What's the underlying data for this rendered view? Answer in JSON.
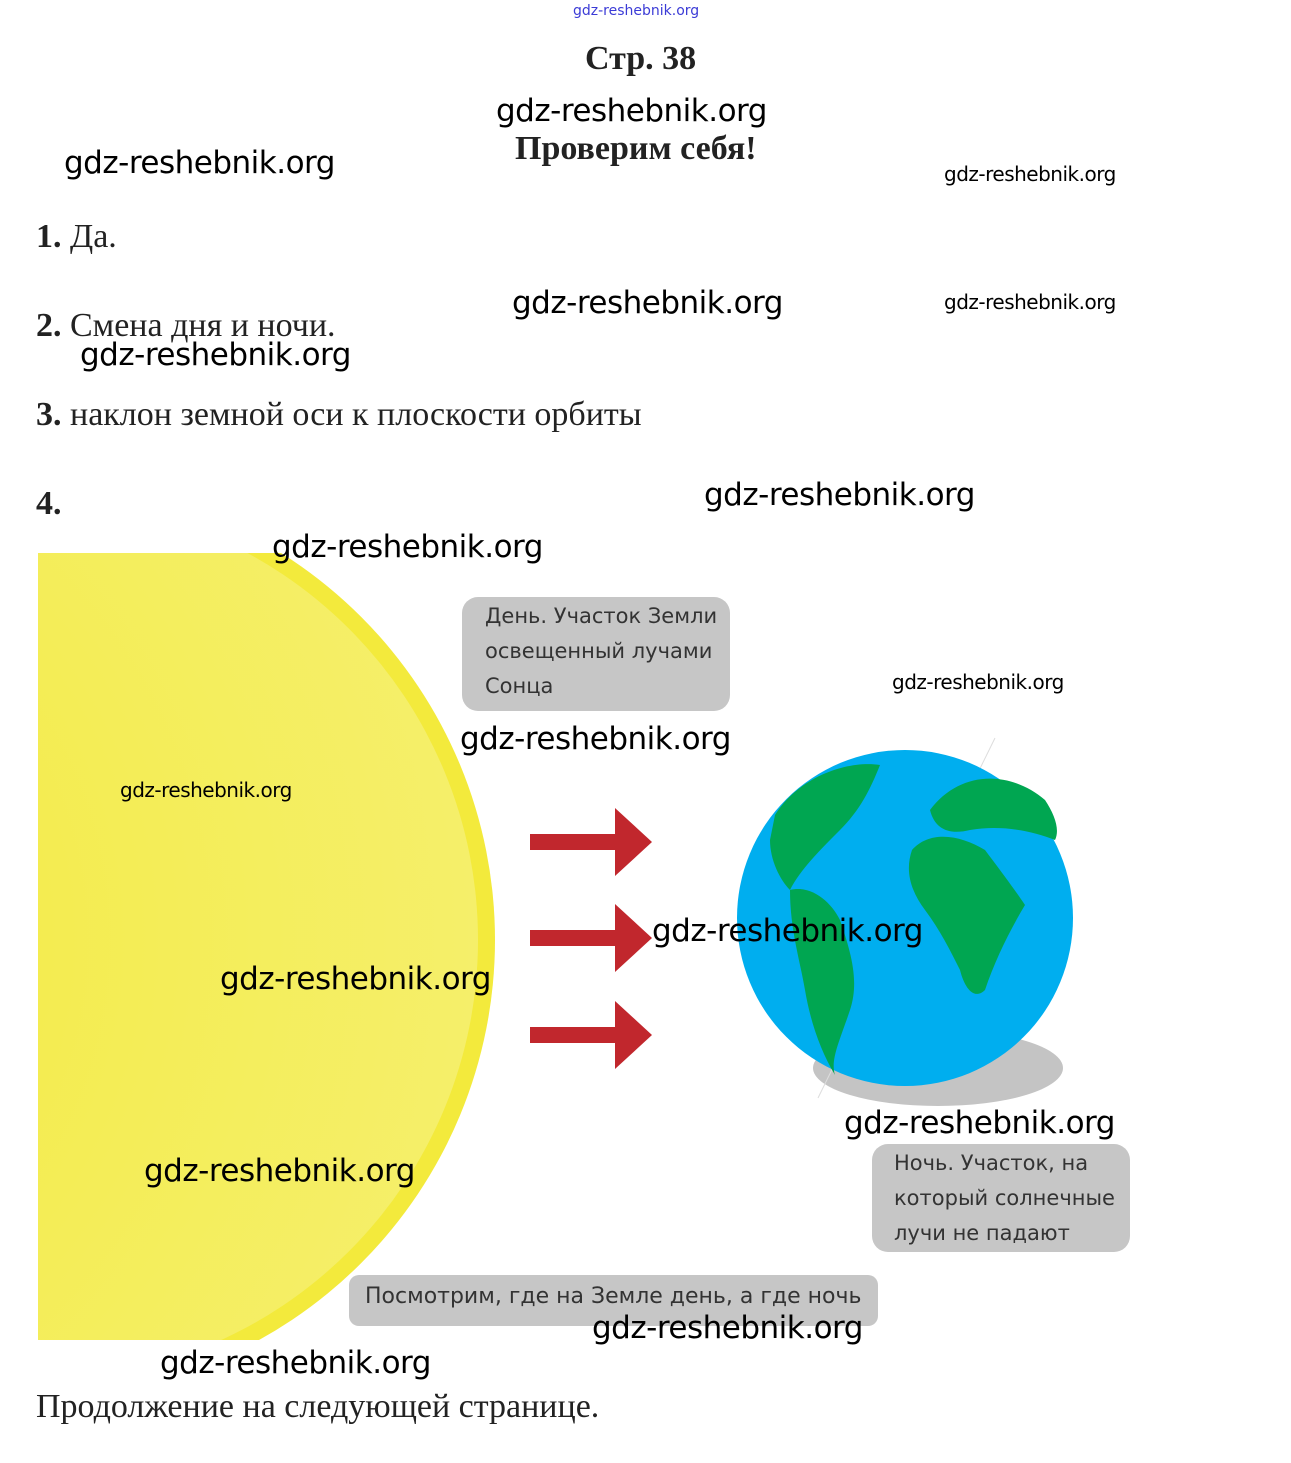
{
  "header": {
    "top_watermark": "gdz-reshebnik.org",
    "page_label": "Стр. 38",
    "section_title": "Проверим себя!"
  },
  "answers": [
    {
      "num": "1.",
      "text": "Да."
    },
    {
      "num": "2.",
      "text": "Смена дня и ночи."
    },
    {
      "num": "3.",
      "text": "наклон земной оси к плоскости орбиты"
    },
    {
      "num": "4.",
      "text": ""
    }
  ],
  "illustration": {
    "day_bubble": [
      "День. Участок Земли",
      "освещенный лучами",
      "Сонца"
    ],
    "night_bubble": [
      "Ночь. Участок, на",
      "который солнечные",
      "лучи не падают"
    ],
    "caption": "Посмотрим, где на Земле день, а где ночь",
    "colors": {
      "sun": "#f3ea3c",
      "earth_ocean": "#00aeef",
      "earth_land": "#00a651",
      "arrow": "#c1272d",
      "bubble": "#c6c6c6"
    }
  },
  "footer": {
    "continuation": "Продолжение на следующей странице."
  },
  "watermark": "gdz-reshebnik.org"
}
